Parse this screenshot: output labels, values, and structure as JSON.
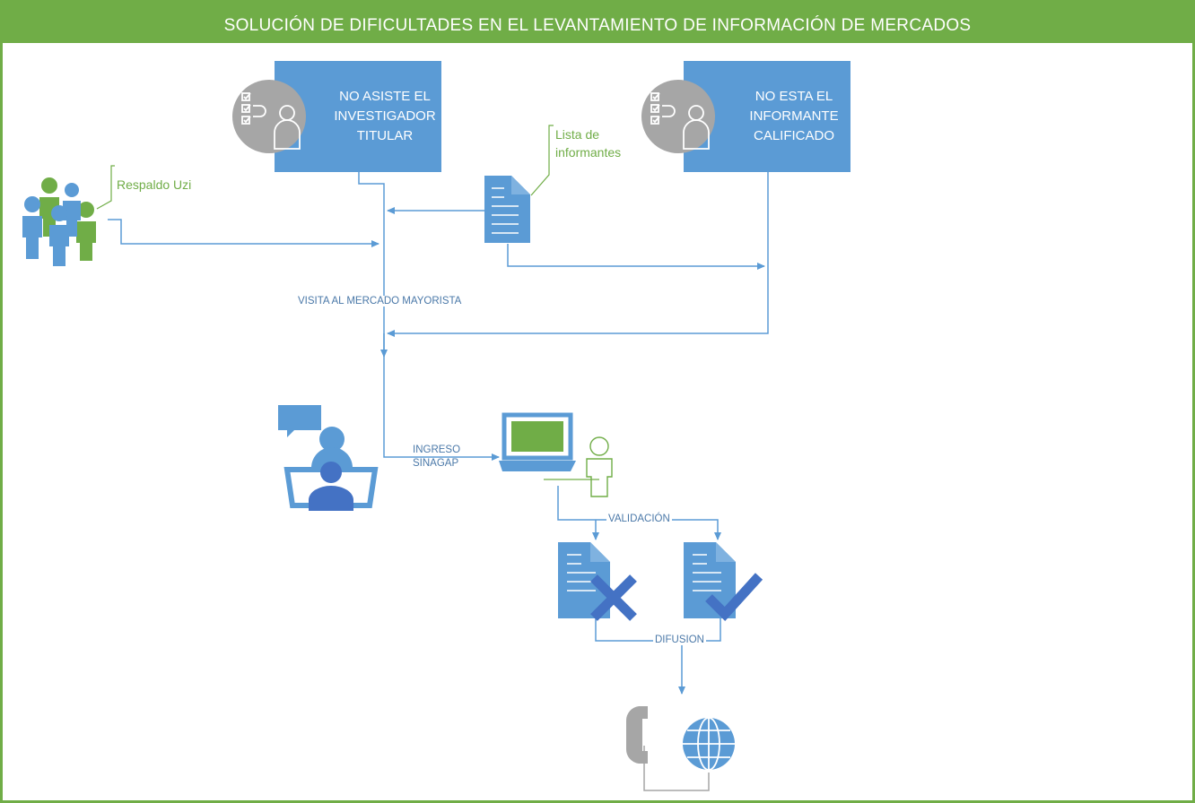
{
  "diagram": {
    "title": "SOLUCIÓN DE DIFICULTADES EN EL LEVANTAMIENTO DE INFORMACIÓN DE MERCADOS",
    "boxes": {
      "investigador": [
        "NO ASISTE EL",
        "INVESTIGADOR",
        "TITULAR"
      ],
      "informante": [
        "NO ESTA EL",
        "INFORMANTE",
        "CALIFICADO"
      ]
    },
    "notes": {
      "respaldo": "Respaldo Uzi",
      "lista": [
        "Lista de",
        "informantes"
      ]
    },
    "labels": {
      "visita": "VISITA AL MERCADO MAYORISTA",
      "ingreso": [
        "INGRESO",
        "SINAGAP"
      ],
      "validacion": "VALIDACIÓN",
      "difusion": "DIFUSION"
    },
    "colors": {
      "green": "#70ad47",
      "blue": "#5b9bd5",
      "dark_blue": "#4472c4",
      "gray": "#a6a6a6"
    },
    "icons": [
      "checklist-person-icon",
      "group-people-icon",
      "document-icon",
      "interview-icon",
      "laptop-icon",
      "person-outline-icon",
      "document-rejected-icon",
      "document-approved-icon",
      "phone-icon",
      "globe-icon"
    ]
  }
}
